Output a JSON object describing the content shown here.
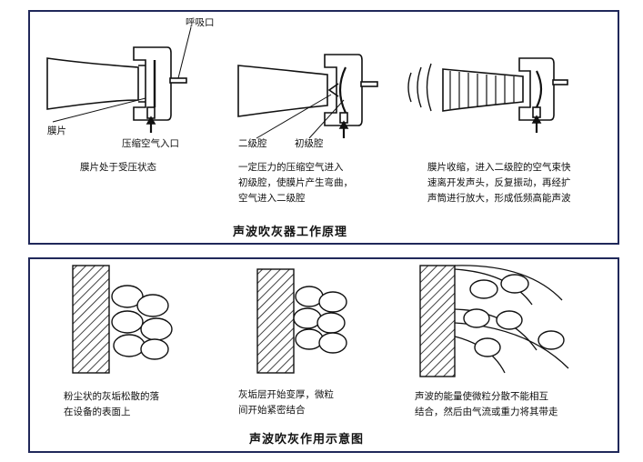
{
  "principle": {
    "title": "声波吹灰器工作原理",
    "label_breath_port": "呼吸口",
    "label_diaphragm": "膜片",
    "label_air_inlet": "压缩空气入口",
    "label_second_chamber": "二级腔",
    "label_first_chamber": "初级腔",
    "stage1_caption": "膜片处于受压状态",
    "stage2_caption": "一定压力的压缩空气进入\n初级腔，使膜片产生弯曲，\n空气进入二级腔",
    "stage3_caption": "膜片收缩，进入二级腔的空气束快\n速离开发声头，反复振动，再经扩\n声筒进行放大，形成低频高能声波"
  },
  "effect": {
    "title": "声波吹灰作用示意图",
    "stage1_caption": "粉尘状的灰垢松散的落\n在设备的表面上",
    "stage2_caption": "灰垢层开始变厚，微粒\n间开始紧密结合",
    "stage3_caption": "声波的能量使微粒分散不能相互\n结合，然后由气流或重力将其带走"
  }
}
